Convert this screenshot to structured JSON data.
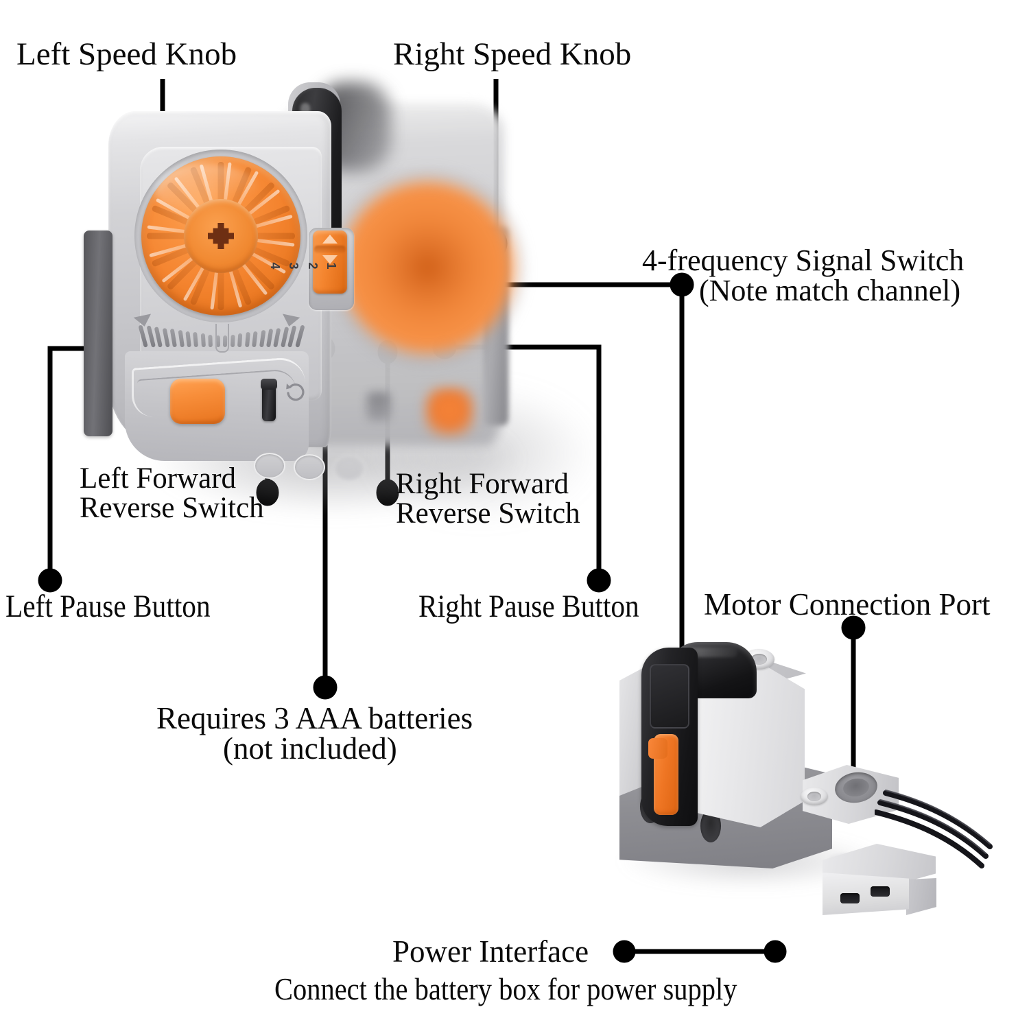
{
  "diagram": {
    "title": "LEGO Power Functions IR remote control and receiver callout diagram",
    "background_color": "#ffffff",
    "accent_color": "#f0832f",
    "line_color": "#000000"
  },
  "callouts": [
    {
      "id": "left-speed-knob",
      "label": "Left Speed Knob",
      "lines": [
        "Left Speed Knob"
      ]
    },
    {
      "id": "right-speed-knob",
      "label": "Right Speed Knob",
      "lines": [
        "Right Speed Knob"
      ]
    },
    {
      "id": "four-frequency-switch",
      "label": "4-frequency Signal Switch (Note match channel)",
      "lines": [
        "4-frequency Signal Switch",
        "(Note match channel)"
      ]
    },
    {
      "id": "left-forward-reverse",
      "label": "Left Forward Reverse Switch",
      "lines": [
        "Left Forward",
        "Reverse Switch"
      ]
    },
    {
      "id": "right-forward-reverse",
      "label": "Right Forward Reverse Switch",
      "lines": [
        "Right Forward",
        "Reverse Switch"
      ]
    },
    {
      "id": "left-pause-button",
      "label": "Left Pause Button",
      "lines": [
        "Left Pause Button"
      ]
    },
    {
      "id": "right-pause-button",
      "label": "Right Pause Button",
      "lines": [
        "Right Pause Button"
      ]
    },
    {
      "id": "motor-connection-port",
      "label": "Motor Connection Port",
      "lines": [
        "Motor Connection Port"
      ]
    },
    {
      "id": "battery-note",
      "label": "Requires 3 AAA batteries (not included)",
      "lines": [
        "Requires 3 AAA batteries",
        "(not included)"
      ]
    },
    {
      "id": "power-interface",
      "label": "Power Interface",
      "lines": [
        "Power Interface"
      ]
    },
    {
      "id": "power-interface-note",
      "label": "Connect the battery box for power supply",
      "lines": [
        "Connect the battery box for power supply"
      ]
    }
  ],
  "labels": {
    "left_speed_knob": "Left Speed Knob",
    "right_speed_knob": "Right Speed Knob",
    "four_freq_line1": "4-frequency Signal Switch",
    "four_freq_line2": "(Note match channel)",
    "left_fr_line1": "Left Forward",
    "left_fr_line2": "Reverse Switch",
    "right_fr_line1": "Right Forward",
    "right_fr_line2": "Reverse Switch",
    "left_pause": "Left Pause Button",
    "right_pause": "Right Pause Button",
    "motor_port": "Motor Connection Port",
    "battery_line1": "Requires 3 AAA batteries",
    "battery_line2": "(not included)",
    "power_interface": "Power Interface",
    "power_interface_note": "Connect the battery box for power supply"
  },
  "remote": {
    "name": "IR speed remote control",
    "channel_numbers": [
      "1",
      "2",
      "3",
      "4"
    ],
    "selected_channel": "1",
    "body_color": "#c6c6ca",
    "knob_color": "#f4842f",
    "antenna_color": "#1c1c1e",
    "switch_color": "#1b1b1d",
    "pause_button_color": "#f08830"
  },
  "receiver": {
    "name": "IR receiver with motor connection port",
    "top_color": "#141416",
    "brick_color": "#e7e7e9",
    "base_color": "#8e8e93",
    "channel_slider_color": "#ef7624",
    "cable_color": "#15151a",
    "plug_color": "#dedede"
  }
}
